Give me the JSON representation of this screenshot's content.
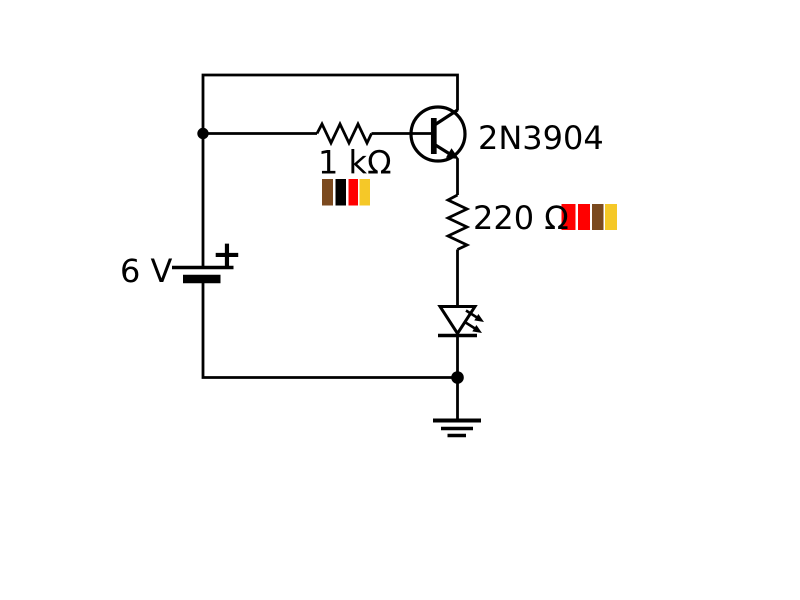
{
  "colors": {
    "stroke": "#000000",
    "background": "#ffffff"
  },
  "circuit": {
    "battery": {
      "label": "6 V",
      "polarity_symbol": "+"
    },
    "base_resistor": {
      "label": "1 kΩ",
      "bands": [
        {
          "name": "brown",
          "color": "#7B4A1F"
        },
        {
          "name": "black",
          "color": "#000000"
        },
        {
          "name": "red",
          "color": "#FF0000"
        },
        {
          "name": "gold",
          "color": "#F5C828"
        }
      ]
    },
    "led_resistor": {
      "label": "220 Ω",
      "bands": [
        {
          "name": "red",
          "color": "#FF0000"
        },
        {
          "name": "red",
          "color": "#FF0000"
        },
        {
          "name": "brown",
          "color": "#7B4A1F"
        },
        {
          "name": "gold",
          "color": "#F5C828"
        }
      ]
    },
    "transistor": {
      "label": "2N3904"
    }
  }
}
